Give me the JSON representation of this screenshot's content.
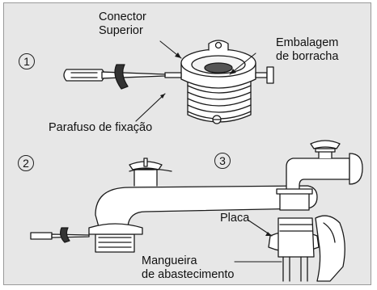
{
  "steps": [
    "1",
    "2",
    "3"
  ],
  "labels": {
    "conector_superior": [
      "Conector",
      "Superior"
    ],
    "embalagem_de_borracha": [
      "Embalagem",
      "de borracha"
    ],
    "parafuso_de_fixacao": "Parafuso de fixação",
    "placa": "Placa",
    "mangueira_de_abastecimento": [
      "Mangueira",
      "de abastecimento"
    ]
  },
  "colors": {
    "panel_background": "#e7e7e7",
    "line": "#1a1a1a",
    "fill": "#ffffff"
  }
}
